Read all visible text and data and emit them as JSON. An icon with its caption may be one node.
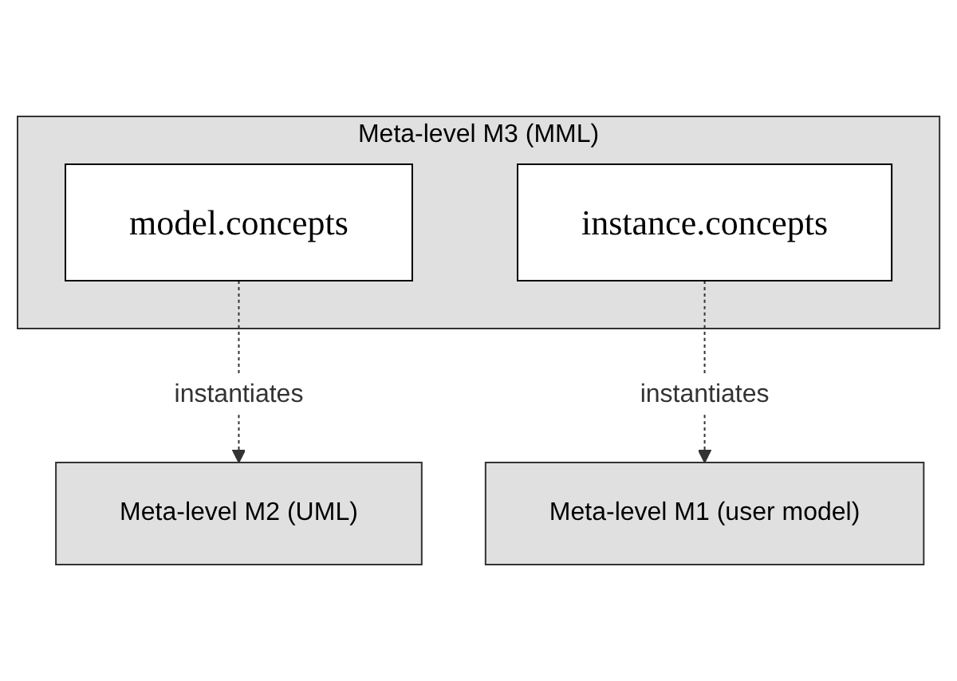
{
  "diagram": {
    "nodes": [
      {
        "text": [
          "Meta-level M3 (MML)"
        ]
      },
      {
        "text": [
          "model.concepts"
        ],
        "in": 0
      },
      {
        "text": [
          "instance.concepts"
        ],
        "in": 0
      },
      {
        "text": [
          "Meta-level M2 (UML)"
        ]
      },
      {
        "text": [
          "Meta-level M1 (user model)"
        ]
      }
    ],
    "edges": [
      {
        "from": 1,
        "to": 3,
        "arrow": "to",
        "label": "instantiates",
        "style": "dashed"
      },
      {
        "from": 2,
        "to": 4,
        "arrow": "to",
        "label": "instantiates",
        "style": "dashed"
      }
    ]
  }
}
